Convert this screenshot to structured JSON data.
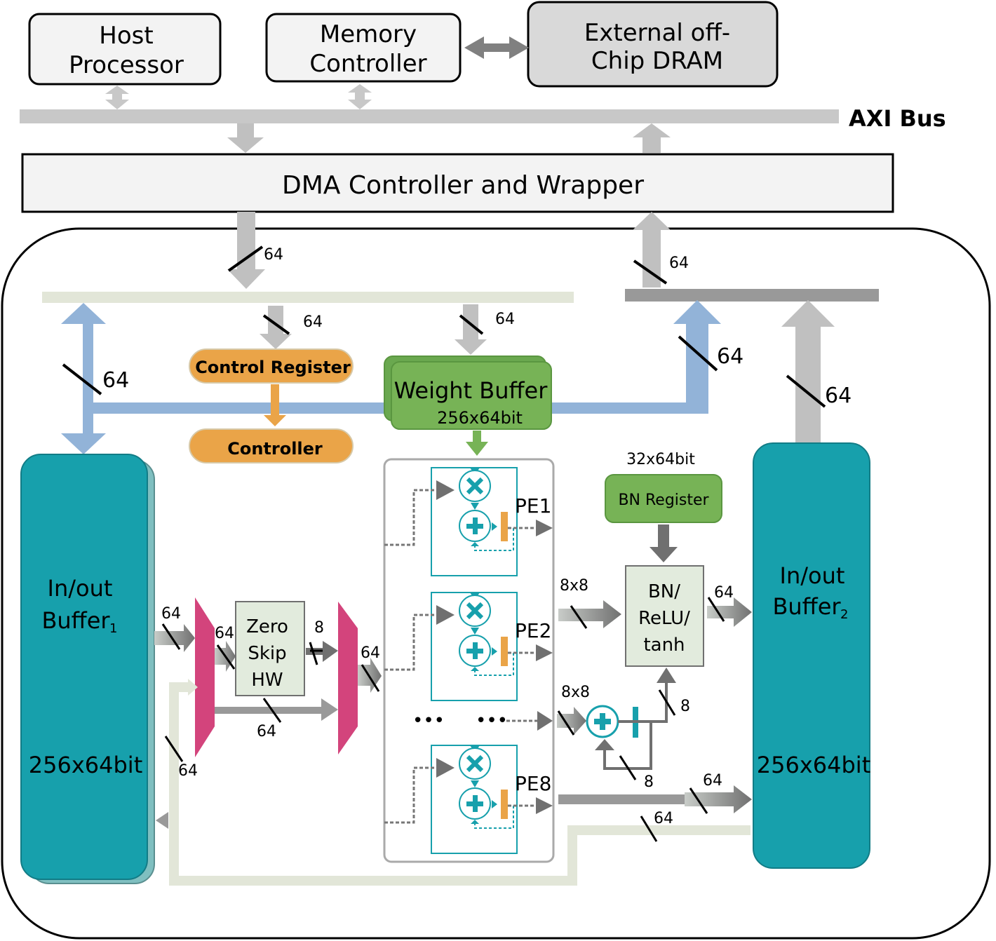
{
  "top": {
    "host": [
      "Host",
      "Processor"
    ],
    "memctrl": [
      "Memory",
      "Controller"
    ],
    "dram": [
      "External off-",
      "Chip DRAM"
    ],
    "bus": "AXI Bus",
    "dma": "DMA Controller and Wrapper"
  },
  "blocks": {
    "control_register": "Control Register",
    "controller": "Controller",
    "weight_buffer": [
      "Weight Buffer",
      "256x64bit"
    ],
    "bn_register": "BN Register",
    "bn_register_size": "32x64bit",
    "bn_relu": [
      "BN/",
      "ReLU/",
      "tanh"
    ],
    "zero_skip": [
      "Zero",
      "Skip",
      "HW"
    ],
    "buf1": [
      "In/out",
      "Buffer",
      "1",
      "256x64bit"
    ],
    "buf2": [
      "In/out",
      "Buffer",
      "2",
      "256x64bit"
    ],
    "pe_labels": [
      "PE1",
      "PE2",
      "PE8"
    ],
    "ellipsis": [
      "•••",
      "•••"
    ]
  },
  "widths": {
    "dma_in": "64",
    "dma_out": "64",
    "ctrl_in": "64",
    "wb_in": "64",
    "blue_left": "64",
    "blue_right": "64",
    "buf2_up": "64",
    "buf1_out": "64",
    "mux_out": "64",
    "zs_out": "8",
    "bypass": "64",
    "mux2_out": "64",
    "fb_in": "64",
    "pe_8x8_a": "8x8",
    "pe_8x8_b": "8x8",
    "bn_out": "64",
    "acc_out": "8",
    "acc_fb": "8",
    "pe8_out": "64",
    "return": "64"
  }
}
